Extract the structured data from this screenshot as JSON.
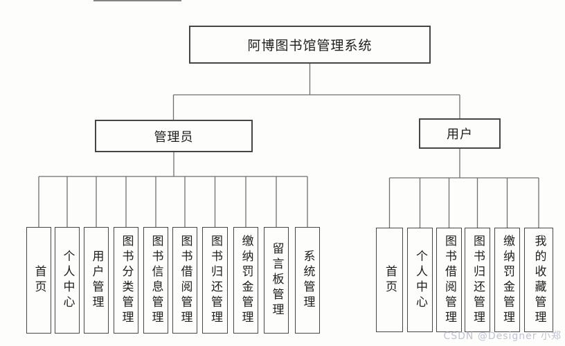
{
  "page": {
    "background_color": "#fdfdfc",
    "border_color": "#454545",
    "line_color": "#6e6e6e",
    "watermark_color": "#b9bcce"
  },
  "watermark": {
    "text": "CSDN @Designer 小郑"
  },
  "tree": {
    "root": {
      "label": "阿博图书馆管理系统"
    },
    "branches": [
      {
        "label": "管理员",
        "children": [
          {
            "label": "首页"
          },
          {
            "label": "个人中心"
          },
          {
            "label": "用户管理"
          },
          {
            "label": "图书分类管理"
          },
          {
            "label": "图书信息管理"
          },
          {
            "label": "图书借阅管理"
          },
          {
            "label": "图书归还管理"
          },
          {
            "label": "缴纳罚金管理"
          },
          {
            "label": "留言板管理"
          },
          {
            "label": "系统管理"
          }
        ]
      },
      {
        "label": "用户",
        "children": [
          {
            "label": "首页"
          },
          {
            "label": "个人中心"
          },
          {
            "label": "图书借阅管理"
          },
          {
            "label": "图书归还管理"
          },
          {
            "label": "缴纳罚金管理"
          },
          {
            "label": "我的收藏管理"
          }
        ]
      }
    ]
  }
}
